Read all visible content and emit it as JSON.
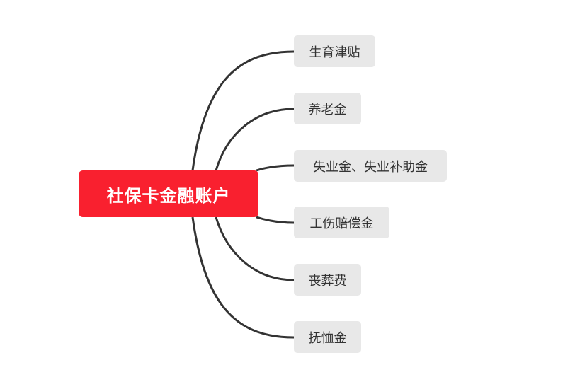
{
  "mindmap": {
    "root": {
      "label": "社保卡金融账户",
      "color": "#f9202f"
    },
    "branches": [
      {
        "label": "生育津贴"
      },
      {
        "label": "养老金"
      },
      {
        "label": "失业金、失业补助金"
      },
      {
        "label": "工伤赔偿金"
      },
      {
        "label": "丧葬费"
      },
      {
        "label": "抚恤金"
      }
    ],
    "colors": {
      "branch_box": "#e8e8e8",
      "connector": "#333333"
    }
  }
}
